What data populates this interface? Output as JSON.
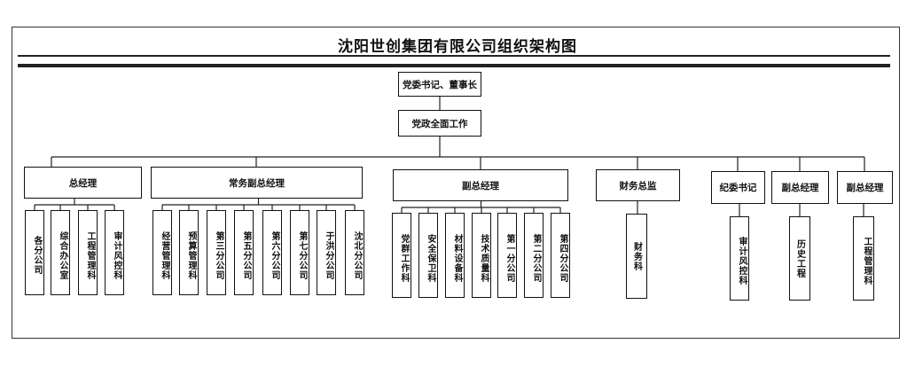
{
  "title": "沈阳世创集团有限公司组织架构图",
  "top": {
    "chairman": "党委书记、董事长",
    "work": "党政全面工作"
  },
  "groups": [
    {
      "head": "总经理",
      "units": [
        "各分公司",
        "综合办公室",
        "工程管理科",
        "审计风控科"
      ]
    },
    {
      "head": "常务副总经理",
      "units": [
        "经营管理科",
        "预算管理科",
        "第三分公司",
        "第五分公司",
        "第六分公司",
        "第七分公司",
        "于洪分公司",
        "沈北分公司"
      ]
    },
    {
      "head": "副总经理",
      "units": [
        "党群工作科",
        "安全保卫科",
        "材料设备科",
        "技术质量科",
        "第一分公司",
        "第二分公司",
        "第四分公司"
      ]
    },
    {
      "head": "财务总监",
      "units": [
        "财务科"
      ]
    },
    {
      "head": "纪委书记",
      "units": [
        "审计风控科"
      ]
    },
    {
      "head": "副总经理",
      "units": [
        "历史工程"
      ]
    },
    {
      "head": "副总经理",
      "units": [
        "工程管理科"
      ]
    }
  ]
}
